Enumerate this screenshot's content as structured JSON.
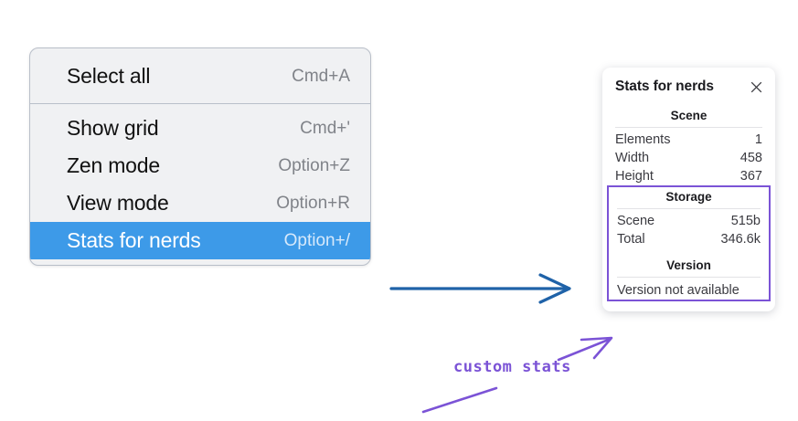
{
  "menu": {
    "groups": [
      {
        "items": [
          {
            "label": "Select all",
            "shortcut": "Cmd+A",
            "selected": false
          }
        ]
      },
      {
        "items": [
          {
            "label": "Show grid",
            "shortcut": "Cmd+'",
            "selected": false
          },
          {
            "label": "Zen mode",
            "shortcut": "Option+Z",
            "selected": false
          },
          {
            "label": "View mode",
            "shortcut": "Option+R",
            "selected": false
          },
          {
            "label": "Stats for nerds",
            "shortcut": "Option+/",
            "selected": true
          }
        ]
      }
    ],
    "highlight_color": "#3d9ae8"
  },
  "stats_panel": {
    "title": "Stats for nerds",
    "close_icon": "close-icon",
    "sections": [
      {
        "name": "Scene",
        "highlighted": false,
        "rows": [
          {
            "key": "Elements",
            "value": "1"
          },
          {
            "key": "Width",
            "value": "458"
          },
          {
            "key": "Height",
            "value": "367"
          }
        ]
      },
      {
        "name": "Storage",
        "highlighted": true,
        "rows": [
          {
            "key": "Scene",
            "value": "515b"
          },
          {
            "key": "Total",
            "value": "346.6k"
          }
        ]
      },
      {
        "name": "Version",
        "highlighted": true,
        "text": "Version not available"
      }
    ],
    "highlight_border_color": "#7b53d6"
  },
  "annotations": {
    "flow_arrow_color": "#1f62a8",
    "callout_color": "#7b53d6",
    "callout_text": "custom stats"
  }
}
